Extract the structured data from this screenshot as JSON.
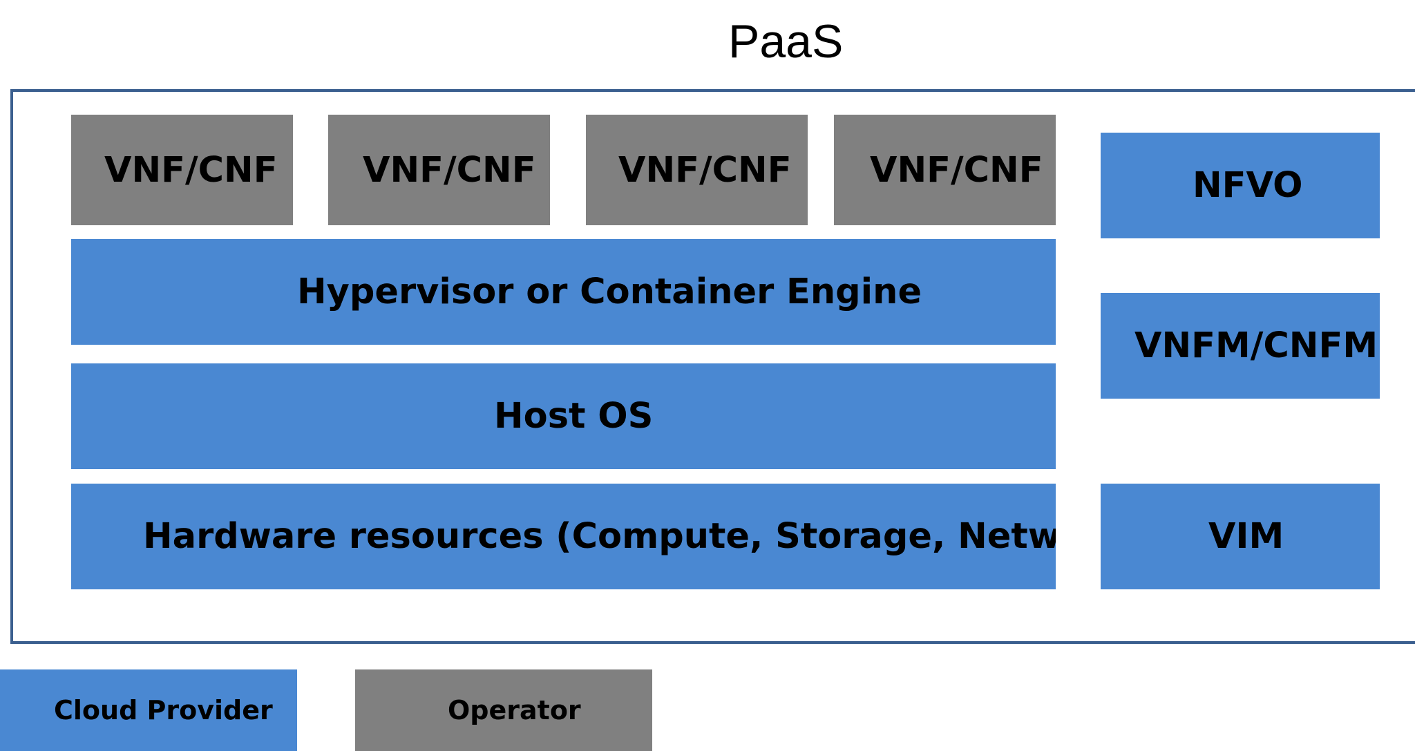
{
  "diagram": {
    "title": "PaaS",
    "vnf_boxes": [
      "VNF/CNF",
      "VNF/CNF",
      "VNF/CNF",
      "VNF/CNF"
    ],
    "layers": {
      "hypervisor": "Hypervisor or Container Engine",
      "host_os": "Host OS",
      "hardware": "Hardware resources (Compute, Storage, Network)"
    },
    "management": {
      "nfvo": "NFVO",
      "vnfm": "VNFM/CNFM",
      "vim": "VIM"
    },
    "legend": {
      "cloud_provider": "Cloud Provider",
      "operator": "Operator"
    },
    "colors": {
      "cloud_provider": "#4a88d2",
      "operator": "#808080",
      "frame": "#3b5f8f"
    }
  }
}
